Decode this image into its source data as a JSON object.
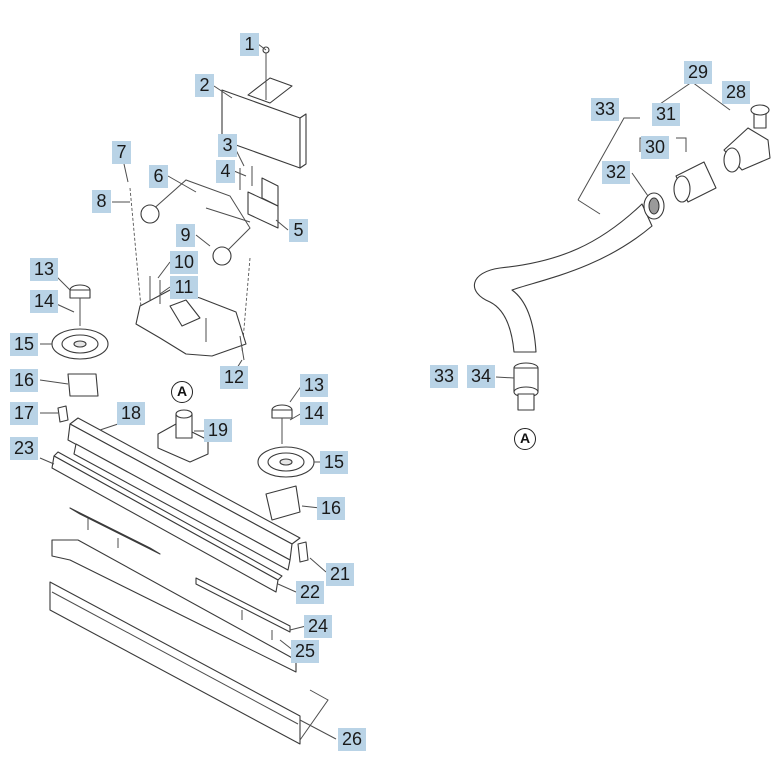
{
  "callouts": {
    "c1": "1",
    "c2": "2",
    "c3": "3",
    "c4": "4",
    "c5": "5",
    "c6": "6",
    "c7": "7",
    "c8": "8",
    "c9": "9",
    "c10": "10",
    "c11": "11",
    "c12": "12",
    "c13a": "13",
    "c14a": "14",
    "c15a": "15",
    "c16a": "16",
    "c17": "17",
    "c18": "18",
    "c19": "19",
    "c13b": "13",
    "c14b": "14",
    "c15b": "15",
    "c16b": "16",
    "c21": "21",
    "c22": "22",
    "c23": "23",
    "c24": "24",
    "c25": "25",
    "c26": "26",
    "c28": "28",
    "c29": "29",
    "c30": "30",
    "c31": "31",
    "c32": "32",
    "c33a": "33",
    "c33b": "33",
    "c34": "34"
  },
  "refs": {
    "r1": "A",
    "r2": "A"
  }
}
